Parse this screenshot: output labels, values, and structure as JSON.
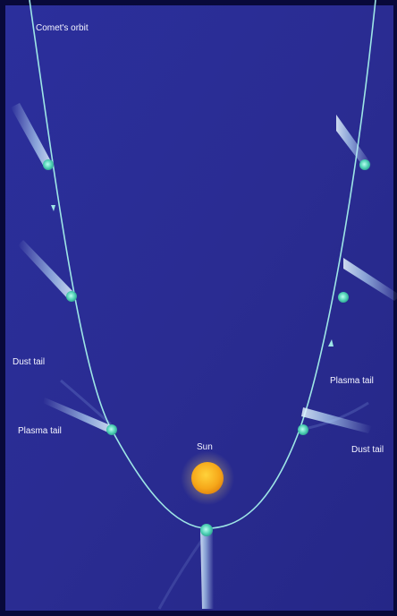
{
  "labels": {
    "orbit": "Comet's orbit",
    "dust_tail_left": "Dust tail",
    "plasma_tail_left": "Plasma tail",
    "sun": "Sun",
    "plasma_tail_right": "Plasma tail",
    "dust_tail_right": "Dust tail"
  },
  "colors": {
    "background": "#2a2f99",
    "frame": "#08093a",
    "orbit": "#9ee6e6",
    "comet_head": "#4fd0b4",
    "tail": "#b9e4ff",
    "sun": "#f6a81a",
    "label": "#f4f4ff"
  },
  "icons": {
    "sun": "sun-icon",
    "comet": "comet-icon",
    "direction": "arrow-icon"
  }
}
